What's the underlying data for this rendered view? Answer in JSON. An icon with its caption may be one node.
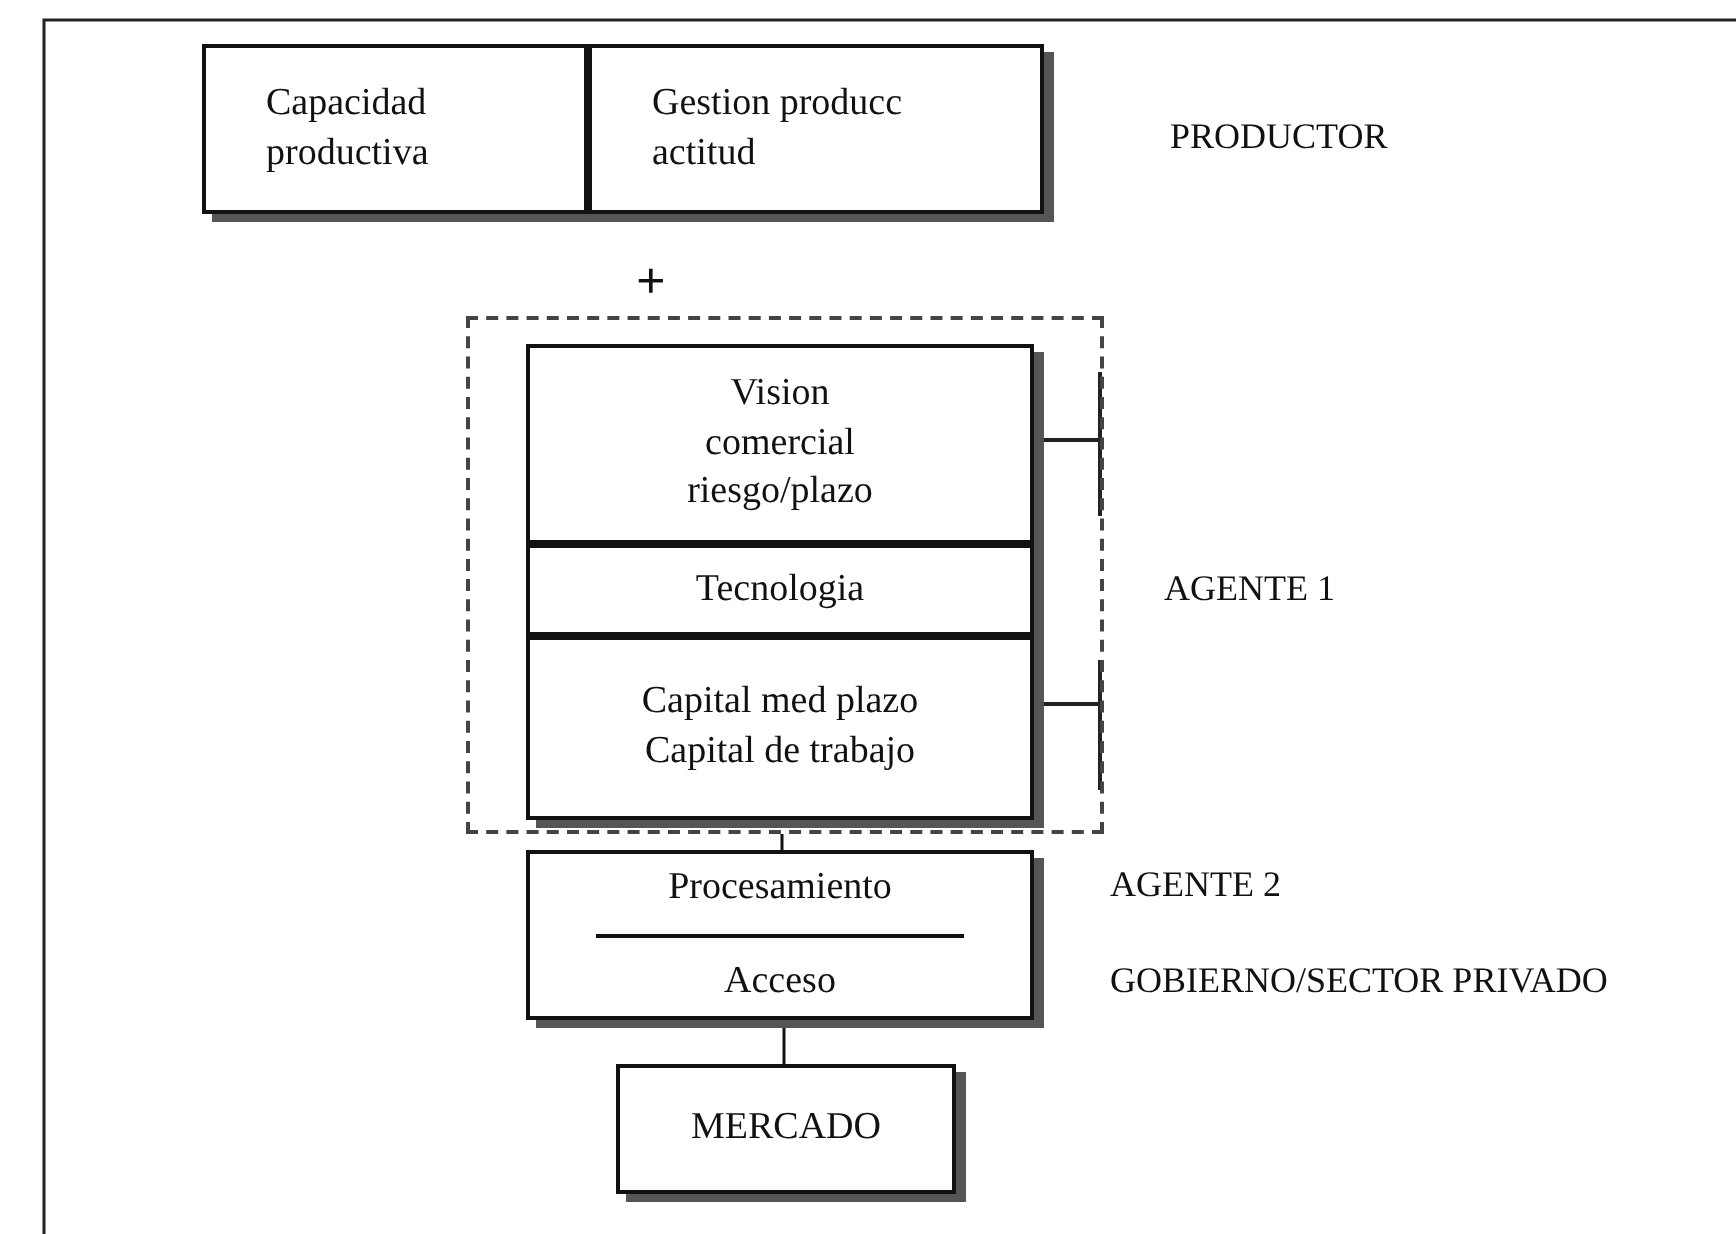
{
  "diagram": {
    "nodes": [
      {
        "text": [
          "Capacidad productiva"
        ]
      },
      {
        "text": [
          "Gestion producc actitud"
        ]
      },
      {
        "text": [],
        "shape": "box"
      },
      {
        "text": [
          "Vision comercial riesgo/plazo"
        ],
        "in": 2
      },
      {
        "text": [
          "Tecnologia"
        ],
        "in": 2
      },
      {
        "text": [
          "Capital med plazo Capital de trabajo"
        ],
        "in": 2
      },
      {
        "text": [
          "Procesamiento",
          "Acceso"
        ]
      },
      {
        "text": [
          "MERCADO"
        ]
      }
    ],
    "edges": [
      {
        "from": 2,
        "to": 6,
        "arrow": "none"
      },
      {
        "from": 6,
        "to": 7,
        "arrow": "none"
      }
    ],
    "labels": [
      "PRODUCTOR",
      "+",
      "AGENTE 1",
      "AGENTE 2",
      "GOBIERNO/SECTOR PRIVADO"
    ]
  }
}
